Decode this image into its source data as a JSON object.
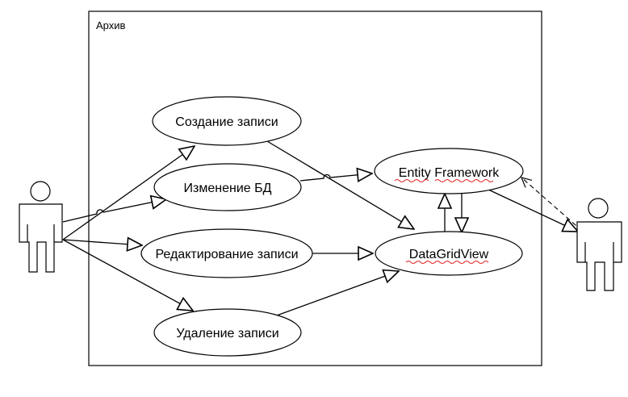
{
  "boundary": {
    "label": "Архив"
  },
  "use_cases": {
    "create": "Создание записи",
    "change_db": "Изменение БД",
    "edit": "Редактирование записи",
    "delete": "Удаление записи",
    "entity_framework": "Entity Framework",
    "datagridview": "DataGridView"
  }
}
